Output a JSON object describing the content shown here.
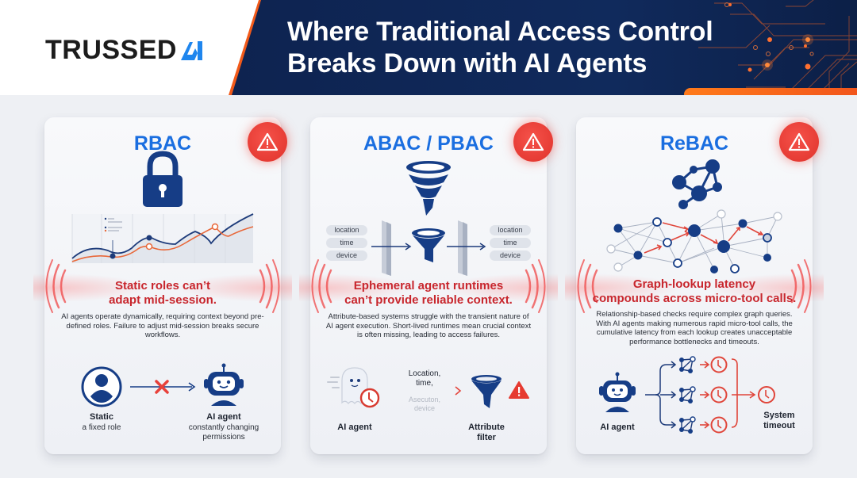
{
  "header": {
    "logo_text": "TRUSSED",
    "logo_mark": "AI",
    "title_line1": "Where Traditional Access Control",
    "title_line2": "Breaks Down with AI Agents"
  },
  "colors": {
    "navy": "#0e2350",
    "accent_orange": "#f25a1a",
    "title_blue": "#1a6ee0",
    "alert_red": "#c8262d",
    "icon_navy": "#163d86"
  },
  "cards": [
    {
      "title": "RBAC",
      "icon": "padlock-icon",
      "warning_icon": "warning-triangle-icon",
      "headline_line1": "Static roles can’t",
      "headline_line2": "adapt mid-session.",
      "description": "AI agents operate dynamically, requiring context beyond pre-defined roles. Failure to adjust mid-session breaks secure workflows.",
      "flow": {
        "left_label": "Static",
        "left_sub": "a fixed role",
        "right_label": "AI agent",
        "right_sub_line1": "constantly changing",
        "right_sub_line2": "permissions"
      }
    },
    {
      "title": "ABAC / PBAC",
      "icon": "funnel-icon",
      "warning_icon": "warning-triangle-icon",
      "attributes_in": [
        "location",
        "time",
        "device"
      ],
      "attributes_out": [
        "location",
        "time",
        "device"
      ],
      "headline_line1": "Ephemeral agent runtimes",
      "headline_line2": "can’t provide reliable context.",
      "description": "Attribute-based systems struggle with the transient nature of AI agent execution. Short-lived runtimes mean crucial context is often missing, leading to access failures.",
      "flow": {
        "left_label": "AI agent",
        "arrow_label_line1": "Location,",
        "arrow_label_line2": "time,",
        "faded_label_line1": "Asecuton,",
        "faded_label_line2": "device",
        "right_label_line1": "Attribute",
        "right_label_line2": "filter"
      }
    },
    {
      "title": "ReBAC",
      "icon": "graph-network-icon",
      "warning_icon": "warning-triangle-icon",
      "headline_line1": "Graph-lookup latency",
      "headline_line2": "compounds across micro-tool calls.",
      "description": "Relationship-based checks require complex graph queries. With AI agents making numerous rapid micro-tool calls, the cumulative latency from each lookup creates unacceptable performance bottlenecks and timeouts.",
      "flow": {
        "left_label": "AI agent",
        "right_label_line1": "System",
        "right_label_line2": "timeout"
      }
    }
  ]
}
